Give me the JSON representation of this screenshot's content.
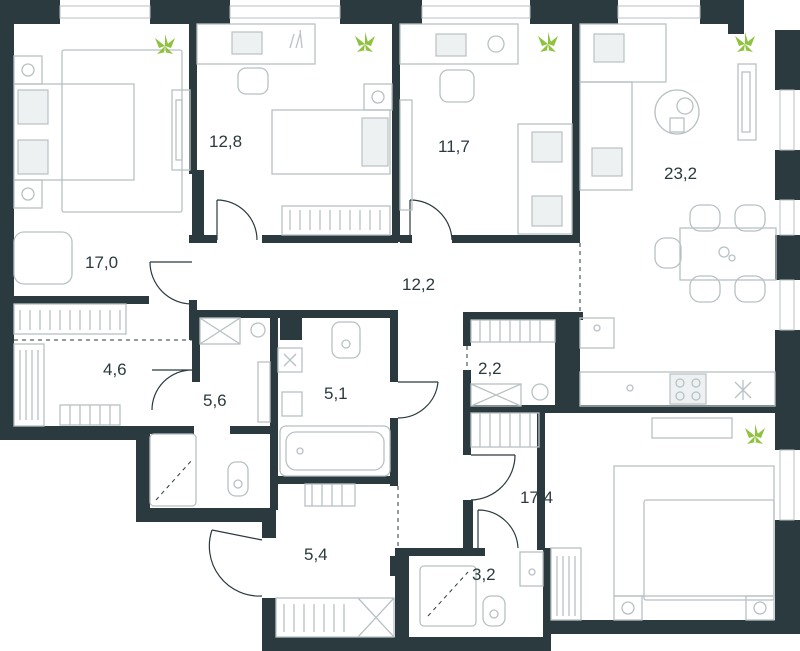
{
  "rooms": [
    {
      "id": "bedroom-left",
      "area": "17,0"
    },
    {
      "id": "bedroom-small-1",
      "area": "12,8"
    },
    {
      "id": "bedroom-small-2",
      "area": "11,7"
    },
    {
      "id": "living-kitchen",
      "area": "23,2"
    },
    {
      "id": "hallway",
      "area": "12,2"
    },
    {
      "id": "wardrobe",
      "area": "4,6"
    },
    {
      "id": "bathroom-1",
      "area": "5,6"
    },
    {
      "id": "bathroom-2",
      "area": "5,1"
    },
    {
      "id": "storage",
      "area": "2,2"
    },
    {
      "id": "bedroom-right",
      "area": "17,4"
    },
    {
      "id": "entrance-hall",
      "area": "5,4"
    },
    {
      "id": "shower-room",
      "area": "3,2"
    }
  ],
  "colors": {
    "wall": "#2b3a3e",
    "furniture": "#b8c1c4",
    "plant": "#8fc33f"
  },
  "icons": [
    "plant-icon",
    "bed-icon",
    "desk-icon",
    "sofa-icon",
    "bathtub-icon",
    "toilet-icon",
    "sink-icon",
    "stove-icon",
    "shower-icon"
  ]
}
